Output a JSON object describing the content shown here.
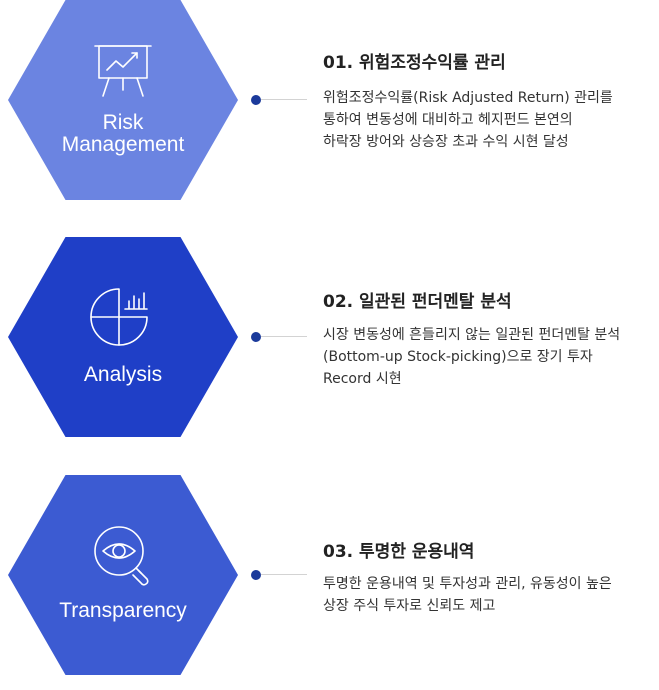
{
  "colors": {
    "hex1": "#6b84e1",
    "hex2": "#1f3fc7",
    "hex3": "#3c5bd2",
    "dot": "#1b3a9b"
  },
  "sections": [
    {
      "icon": "presentation-chart-icon",
      "label_lines": [
        "Risk",
        "Management"
      ],
      "title": "01. 위험조정수익률 관리",
      "desc_lines": [
        "위험조정수익률(Risk Adjusted Return) 관리를",
        "통하여 변동성에 대비하고 헤지펀드 본연의",
        "하락장 방어와 상승장 초과 수익 시현 달성"
      ]
    },
    {
      "icon": "pie-chart-icon",
      "label_lines": [
        "Analysis"
      ],
      "title": "02. 일관된 펀더멘탈 분석",
      "desc_lines": [
        "시장 변동성에 흔들리지 않는 일관된 펀더멘탈 분석",
        "(Bottom-up Stock-picking)으로 장기 투자",
        "Record 시현"
      ]
    },
    {
      "icon": "eye-magnifier-icon",
      "label_lines": [
        "Transparency"
      ],
      "title": "03. 투명한 운용내역",
      "desc_lines": [
        "투명한 운용내역 및 투자성과 관리, 유동성이 높은",
        "상장 주식 투자로 신뢰도 제고"
      ]
    }
  ]
}
